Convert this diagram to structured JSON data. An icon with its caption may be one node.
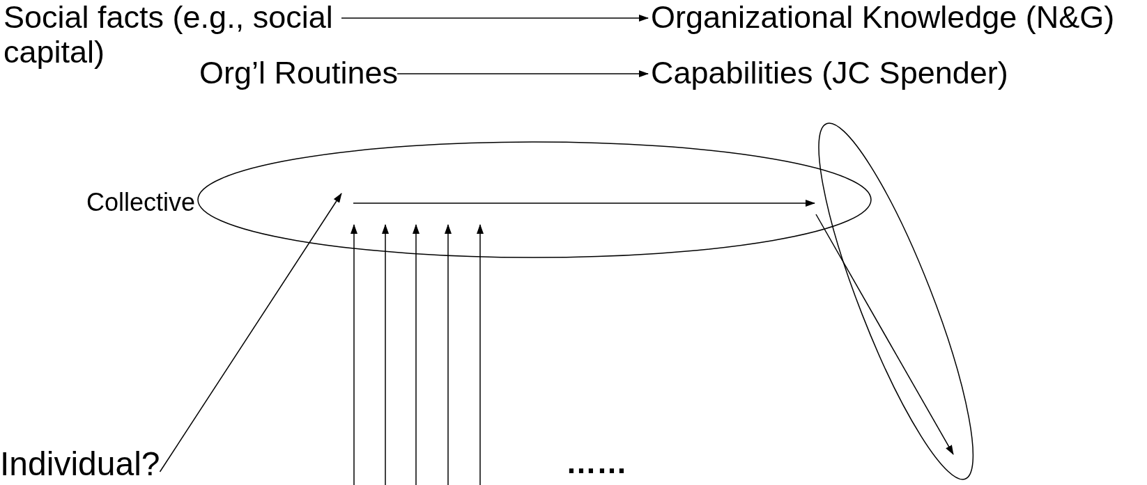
{
  "diagram": {
    "nodes": [
      {
        "text": [
          "Social facts (e.g., social capital)"
        ]
      },
      {
        "text": [
          "Organizational Knowledge (N&G)"
        ]
      },
      {
        "text": [
          "Org’l Routines"
        ]
      },
      {
        "text": [
          "Capabilities (JC Spender)"
        ]
      },
      {
        "text": [],
        "shape": "ellipse",
        "beside": [
          "Collective"
        ]
      },
      {
        "text": [],
        "shape": "ellipse"
      },
      {
        "text": [
          "Individual?"
        ]
      }
    ],
    "edges": [
      {
        "from": 0,
        "to": 1,
        "arrow": "to"
      },
      {
        "from": 2,
        "to": 3,
        "arrow": "to"
      },
      {
        "from": 6,
        "to": 4,
        "arrow": "to"
      },
      {
        "from": 4,
        "to": 5,
        "arrow": "to"
      },
      {
        "from": 4,
        "to": 5,
        "arrow": "to"
      },
      {
        "from": null,
        "to": 4,
        "arrow": "to"
      },
      {
        "from": null,
        "to": 4,
        "arrow": "to"
      },
      {
        "from": null,
        "to": 4,
        "arrow": "to"
      },
      {
        "from": null,
        "to": 4,
        "arrow": "to"
      },
      {
        "from": null,
        "to": 4,
        "arrow": "to"
      }
    ],
    "labels": [
      "……"
    ]
  }
}
